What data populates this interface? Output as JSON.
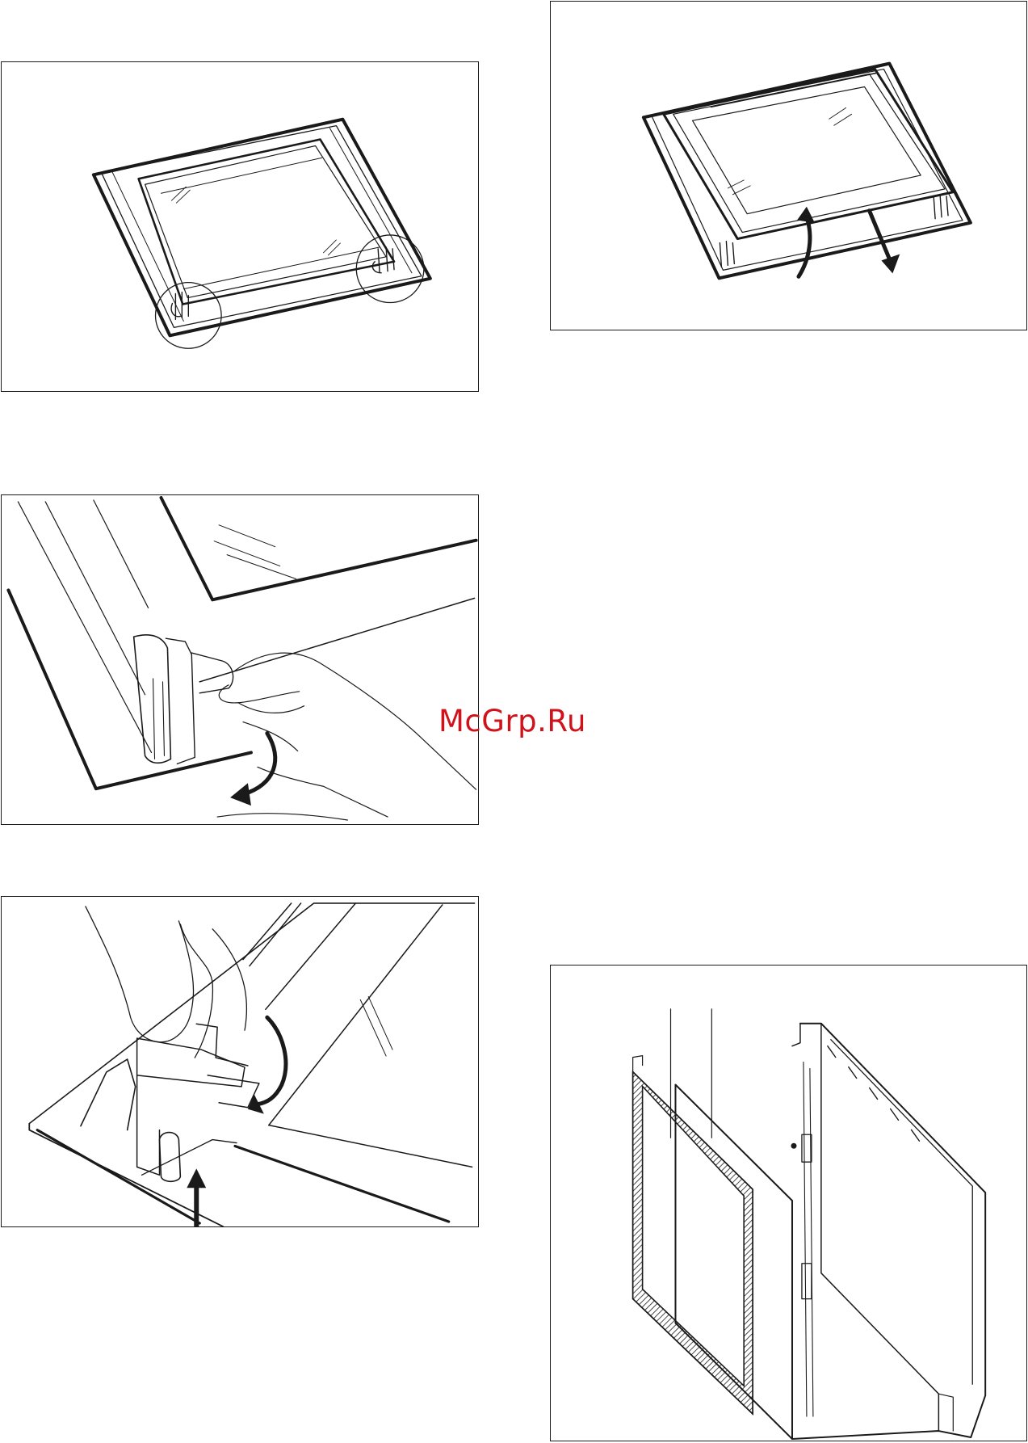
{
  "page": {
    "watermark": "McGrp.Ru"
  },
  "figures": [
    {
      "id": "fig-1",
      "icon": "oven-door-hinges-icon"
    },
    {
      "id": "fig-2",
      "icon": "door-lift-off-icon"
    },
    {
      "id": "fig-3",
      "icon": "hinge-lever-hand-icon"
    },
    {
      "id": "fig-4",
      "icon": "hinge-clip-lock-icon"
    },
    {
      "id": "fig-5",
      "icon": "door-glass-panels-icon"
    }
  ],
  "colors": {
    "line": "#1a1a1a",
    "watermark": "#d0121b",
    "background": "#ffffff"
  }
}
